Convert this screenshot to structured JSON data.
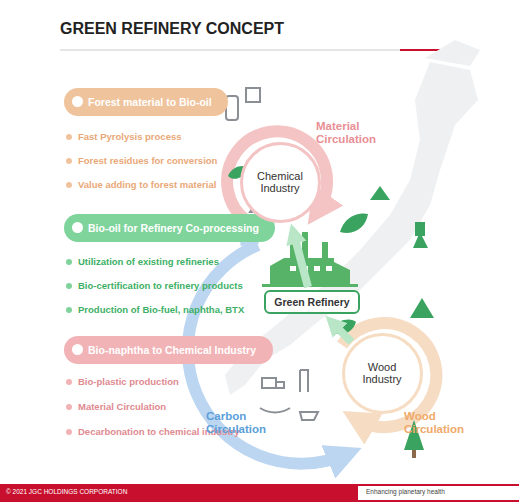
{
  "diagram": {
    "title": "GREEN REFINERY CONCEPT",
    "nodes": [
      {
        "text": [
          "Forest material to Bio-oil"
        ]
      },
      {
        "text": [
          "Bio-oil for Refinery Co-processing"
        ]
      },
      {
        "text": [
          "Bio-naphtha to Chemical Industry"
        ]
      },
      {
        "text": [
          "Chemical Industry"
        ]
      },
      {
        "text": [
          "Green Refinery"
        ]
      },
      {
        "text": [
          "Wood Industry"
        ]
      }
    ],
    "edges": [
      {
        "from": 5,
        "to": 4,
        "arrow": "to"
      },
      {
        "from": 4,
        "to": 3,
        "arrow": "to"
      }
    ],
    "labels": [
      "Fast Pyrolysis process",
      "Forest residues for conversion",
      "Value adding to forest material",
      "Utilization of existing refineries",
      "Bio-certification to refinery products",
      "Production of Bio-fuel, naphtha, BTX",
      "Bio-plastic production",
      "Material Circulation",
      "Decarbonation to chemical industry",
      "Material Circulation",
      "Carbon Circulation",
      "Wood Circulation",
      "© 2021 JGC HOLDINGS CORPORATION",
      "Enhancing planetary health"
    ]
  }
}
